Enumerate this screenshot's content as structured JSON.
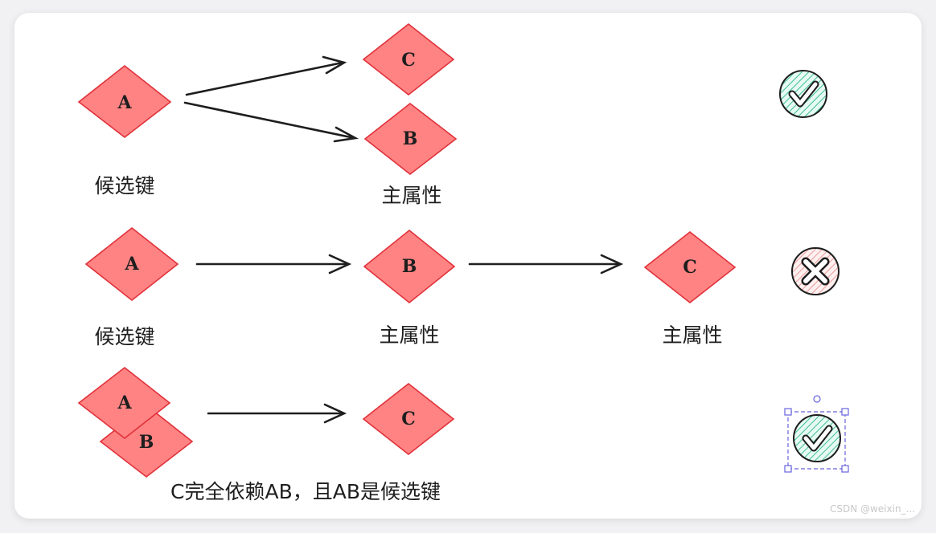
{
  "rows": [
    {
      "nodes": [
        {
          "letter": "A",
          "caption": "候选键"
        },
        {
          "letter": "C"
        },
        {
          "letter": "B",
          "caption": "主属性"
        }
      ],
      "status": "check"
    },
    {
      "nodes": [
        {
          "letter": "A",
          "caption": "候选键"
        },
        {
          "letter": "B",
          "caption": "主属性"
        },
        {
          "letter": "C",
          "caption": "主属性"
        }
      ],
      "status": "cross"
    },
    {
      "nodes": [
        {
          "letter": "A"
        },
        {
          "letter": "B"
        },
        {
          "letter": "C"
        }
      ],
      "caption": "C完全依赖AB，且AB是候选键",
      "status": "check"
    }
  ],
  "colors": {
    "diamond_fill": "#ff8383",
    "diamond_stroke": "#e0313a",
    "check_fill": "#b2f2e0",
    "cross_fill": "#ffc9c9",
    "selection": "#6965db"
  },
  "icons": [
    "check-circle-icon",
    "cross-circle-icon",
    "check-circle-icon"
  ],
  "watermark": "CSDN @weixin_..."
}
